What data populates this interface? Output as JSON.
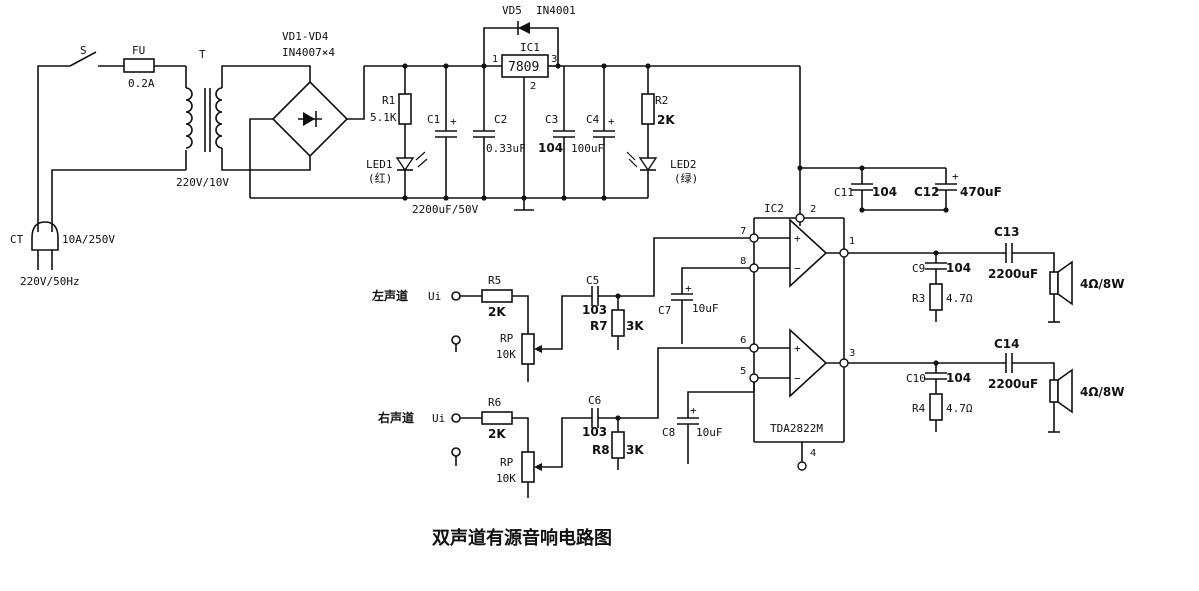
{
  "labels": {
    "switch": "S",
    "fuse": "FU",
    "fuse_value": "0.2A",
    "transformer": "T",
    "transformer_ratio": "220V/10V",
    "bridge": "VD1-VD4",
    "bridge_part": "IN4007×4",
    "plug": "CT",
    "plug_rating": "10A/250V",
    "mains": "220V/50Hz",
    "r1": "R1",
    "r1_value": "5.1K",
    "c1": "C1",
    "c1_plus": "+",
    "c2": "C2",
    "c2_value": "0.33uF",
    "c1_value": "2200uF/50V",
    "led1": "LED1",
    "led1_color": "(红)",
    "vd5": "VD5",
    "vd5_part": "IN4001",
    "ic1": "IC1",
    "ic1_part": "7809",
    "ic1_pin1": "1",
    "ic1_pin2": "2",
    "ic1_pin3": "3",
    "c3": "C3",
    "c3_value": "104",
    "c4": "C4",
    "c4_plus": "+",
    "c4_value": "100uF",
    "r2": "R2",
    "r2_value": "2K",
    "led2": "LED2",
    "led2_color": "(绿)",
    "c11": "C11",
    "c11_value": "104",
    "c12": "C12",
    "c12_plus": "+",
    "c12_value": "470uF",
    "ic2": "IC2",
    "ic2_part": "TDA2822M",
    "pin1": "1",
    "pin2": "2",
    "pin3": "3",
    "pin4": "4",
    "pin5": "5",
    "pin6": "6",
    "pin7": "7",
    "pin8": "8",
    "opamp_plus": "+",
    "opamp_minus": "−",
    "left_channel": "左声道",
    "right_channel": "右声道",
    "ui": "Ui",
    "r5": "R5",
    "r5_value": "2K",
    "r6": "R6",
    "r6_value": "2K",
    "rp": "RP",
    "rp_value": "10K",
    "c5": "C5",
    "c5_value": "103",
    "c6": "C6",
    "c6_value": "103",
    "r7": "R7",
    "r7_value": "3K",
    "r8": "R8",
    "r8_value": "3K",
    "c7": "C7",
    "c7_value": "10uF",
    "c8": "C8",
    "c8_value": "10uF",
    "c13": "C13",
    "c13_value": "2200uF",
    "c14": "C14",
    "c14_value": "2200uF",
    "c9": "C9",
    "c9_value": "104",
    "c10": "C10",
    "c10_value": "104",
    "r3": "R3",
    "r3_value": "4.7Ω",
    "r4": "R4",
    "r4_value": "4.7Ω",
    "speaker": "4Ω/8W",
    "cap_plus": "+",
    "caption": "双声道有源音响电路图"
  },
  "colors": {
    "ink": "#111111",
    "background": "#ffffff"
  }
}
